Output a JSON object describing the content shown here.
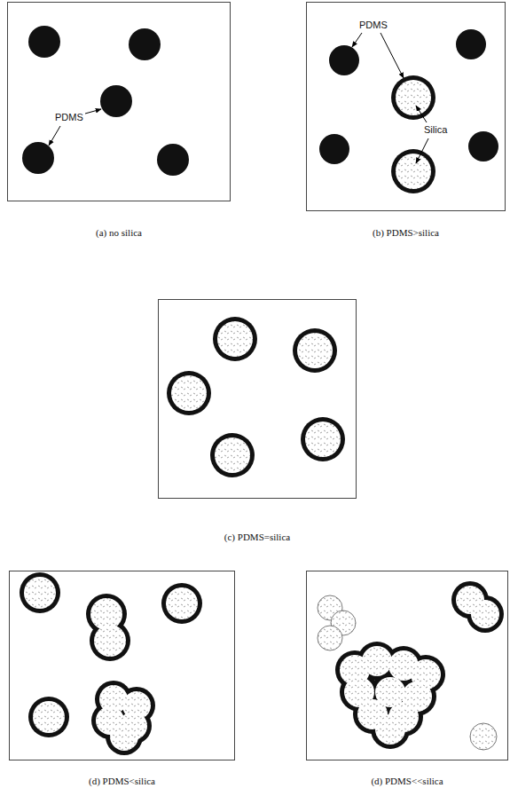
{
  "diagram": {
    "nodes": [
      {
        "text": [
          "(a) no silica"
        ]
      },
      {
        "text": [
          "(b) PDMS>silica"
        ]
      },
      {
        "text": [
          "(c) PDMS=silica"
        ]
      },
      {
        "text": [
          "(d) PDMS<silica"
        ]
      },
      {
        "text": [
          "(d) PDMS<<silica"
        ]
      }
    ],
    "labels": [
      "PDMS",
      "PDMS",
      "Silica"
    ]
  }
}
